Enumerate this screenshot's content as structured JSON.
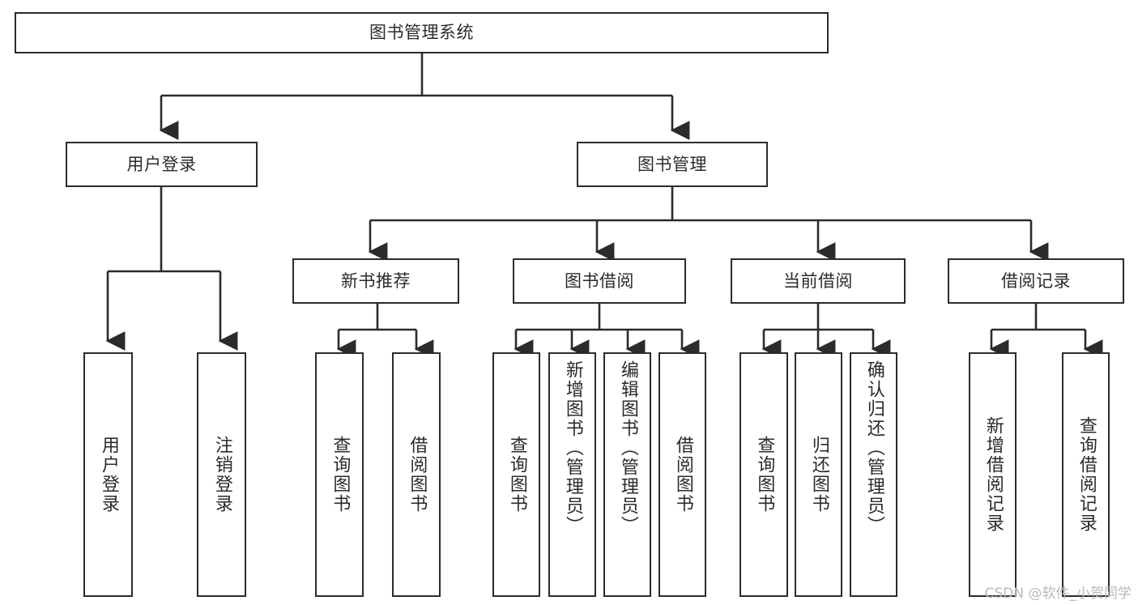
{
  "diagram": {
    "title": "图书管理系统",
    "watermark": "CSDN @软件_小贺同学",
    "line_color": "#2b2b2b",
    "text_color": "#2b2b2b",
    "background": "#ffffff",
    "watermark_color": "#b9b9b9"
  },
  "nodes": {
    "root": "图书管理系统",
    "l2": {
      "user_login": "用户登录",
      "book_manage": "图书管理"
    },
    "l3": {
      "new_book_recommend": "新书推荐",
      "book_borrow": "图书借阅",
      "current_borrow": "当前借阅",
      "borrow_record": "借阅记录"
    },
    "leaves": {
      "user_login_1": "用户登录",
      "user_login_2": "注销登录",
      "recommend_1": "查询图书",
      "recommend_2": "借阅图书",
      "borrow_1": "查询图书",
      "borrow_2": "新增图书（管理员）",
      "borrow_3": "编辑图书（管理员）",
      "borrow_4": "借阅图书",
      "current_1": "查询图书",
      "current_2": "归还图书",
      "current_3": "确认归还（管理员）",
      "record_1": "新增借阅记录",
      "record_2": "查询借阅记录"
    }
  }
}
